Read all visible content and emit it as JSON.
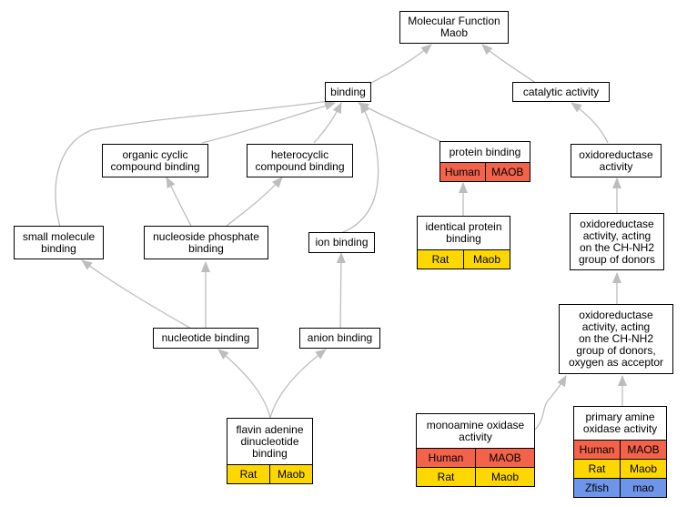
{
  "nodes": {
    "mf": "Molecular Function\nMaob",
    "binding": "binding",
    "catalytic": "catalytic activity",
    "organic": "organic cyclic\ncompound binding",
    "hetero": "heterocyclic\ncompound binding",
    "protein": "protein binding",
    "oxido": "oxidoreductase\nactivity",
    "small": "small molecule\nbinding",
    "nucphos": "nucleoside phosphate\nbinding",
    "ion": "ion binding",
    "identical": "identical protein\nbinding",
    "oxnh2": "oxidoreductase\nactivity, acting\non the CH-NH2\ngroup of donors",
    "nucleotide": "nucleotide binding",
    "anion": "anion binding",
    "oxoxy": "oxidoreductase\nactivity, acting\non the CH-NH2\ngroup of donors,\noxygen as acceptor",
    "fad": "flavin adenine\ndinucleotide\nbinding",
    "mao": "monoamine oxidase\nactivity",
    "primary": "primary amine\noxidase activity"
  },
  "annotations": {
    "protein": [
      [
        "Human",
        "MAOB"
      ]
    ],
    "identical": [
      [
        "Rat",
        "Maob"
      ]
    ],
    "fad": [
      [
        "Rat",
        "Maob"
      ]
    ],
    "mao": [
      [
        "Human",
        "MAOB"
      ],
      [
        "Rat",
        "Maob"
      ]
    ],
    "primary": [
      [
        "Human",
        "MAOB"
      ],
      [
        "Rat",
        "Maob"
      ],
      [
        "Zfish",
        "mao"
      ]
    ]
  },
  "colors": {
    "Human": "#f2634a",
    "Rat": "#fdd700",
    "Zfish": "#6d95ea",
    "edge": "#bdbdbd"
  }
}
